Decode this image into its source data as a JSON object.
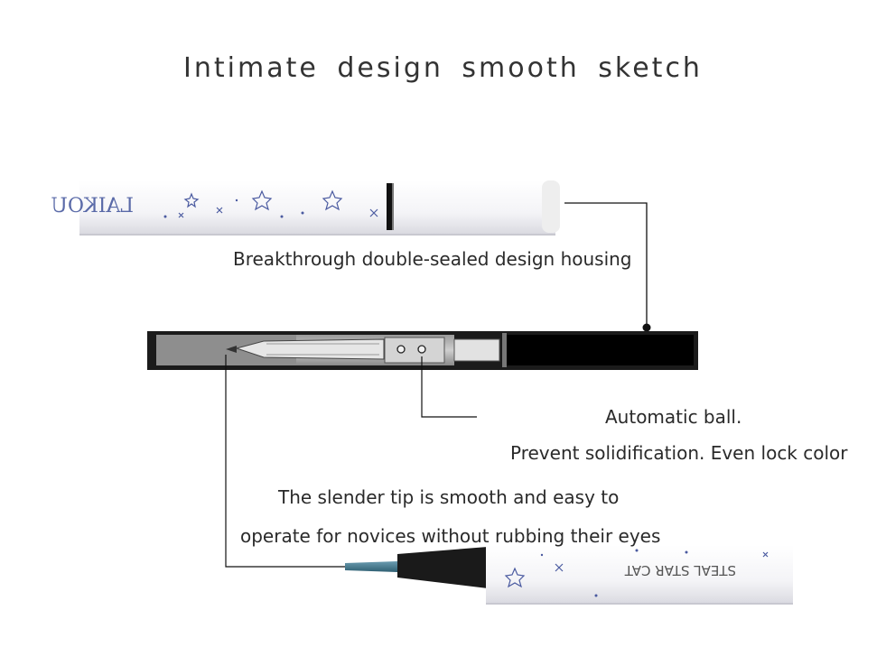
{
  "title": "Intimate design smooth sketch",
  "callouts": {
    "housing": "Breakthrough double-sealed design housing",
    "ball_line1": "Automatic ball.",
    "ball_line2": "Prevent solidification. Even lock color",
    "tip_line1": "The slender tip is smooth and easy to",
    "tip_line2": "operate for novices without rubbing their eyes"
  },
  "pen_text": {
    "cap_brand": "LAIKOU",
    "barrel_brand": "STEAL STAR CAT"
  },
  "colors": {
    "line": "#111111",
    "pen_body": "#f7f7fa",
    "ink_tip": "#4a7f95",
    "star": "#4a5aa0"
  }
}
